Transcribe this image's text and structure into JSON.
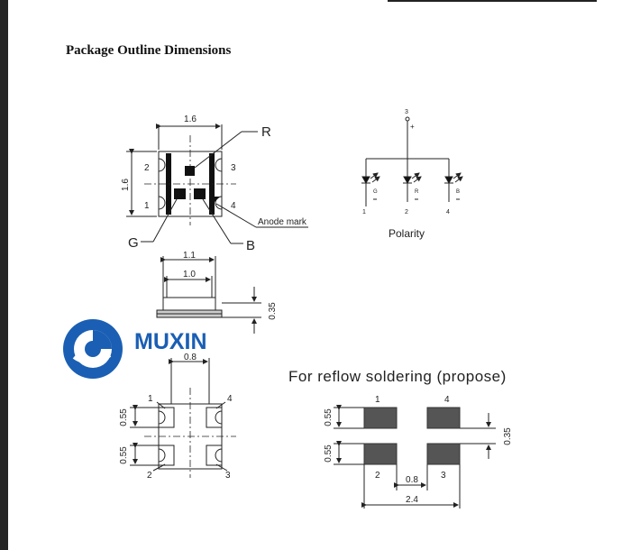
{
  "document": {
    "title": "Package Outline Dimensions"
  },
  "logo": {
    "text": "MUXIN",
    "color": "#1a5fb4"
  },
  "top_view": {
    "dim_width": "1.6",
    "dim_height": "1.6",
    "pin_1": "1",
    "pin_2": "2",
    "pin_3": "3",
    "pin_4": "4",
    "label_r": "R",
    "label_g": "G",
    "label_b": "B",
    "anode_mark": "Anode mark"
  },
  "side_view": {
    "dim_outer": "1.1",
    "dim_inner": "1.0",
    "dim_height": "0.35"
  },
  "bottom_view": {
    "dim_pitch": "0.8",
    "dim_pad_top": "0.55",
    "dim_pad_bottom": "0.55",
    "pin_1": "1",
    "pin_2": "2",
    "pin_3": "3",
    "pin_4": "4"
  },
  "polarity": {
    "label": "Polarity",
    "pin_top": "3",
    "plus": "+",
    "led_g": "G",
    "led_r": "R",
    "led_b": "B",
    "pin_1": "1",
    "pin_2": "2",
    "pin_4": "4"
  },
  "reflow": {
    "title": "For reflow soldering (propose)",
    "pin_1": "1",
    "pin_2": "2",
    "pin_3": "3",
    "pin_4": "4",
    "dim_pad_top": "0.55",
    "dim_pad_bottom": "0.55",
    "dim_gap": "0.35",
    "dim_pitch": "0.8",
    "dim_total": "2.4"
  }
}
